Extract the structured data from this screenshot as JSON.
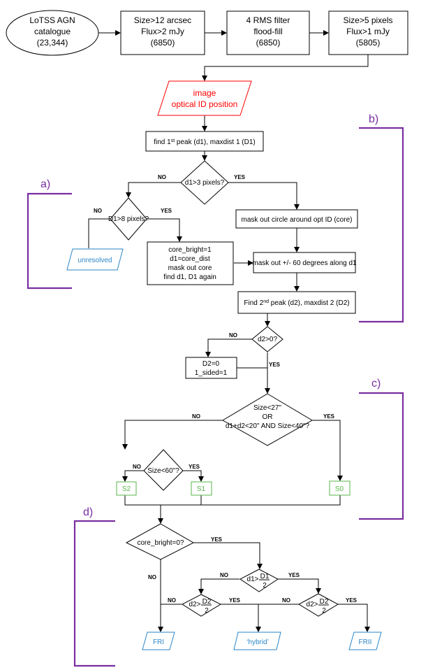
{
  "nodes": {
    "start": [
      "LoTSS AGN",
      "catalogue",
      "(23,344)"
    ],
    "cut1": [
      "Size>12 arcsec",
      "Flux>2 mJy",
      "(6850)"
    ],
    "cut2": [
      "4 RMS filter",
      "flood-fill",
      "(6850)"
    ],
    "cut3": [
      "Size>5 pixels",
      "Flux>1 mJy",
      "(5805)"
    ],
    "input": [
      "image",
      "optical ID position"
    ],
    "peak1": "find 1st peak (d1), maxdist 1 (D1)",
    "dec_d1": "d1>3 pixels?",
    "dec_D1": "D1>8 pixels?",
    "unresolved": "unresolved",
    "mask_core": "mask out circle around opt ID (core)",
    "core_bright": [
      "core_bright=1",
      "d1=core_dist",
      "mask out core",
      "find d1, D1 again"
    ],
    "mask_60": "mask out +/- 60 degrees along d1",
    "peak2": "Find 2nd peak (d2), maxdist 2 (D2)",
    "dec_d2": "d2>0?",
    "onesided": [
      "D2=0",
      "1_sided=1"
    ],
    "dec_size": [
      "Size<27\"",
      "OR",
      "d1+d2<20\" AND Size<40\"?"
    ],
    "dec_size60": "Size<60\"?",
    "s2": "S2",
    "s1": "S1",
    "s0": "S0",
    "dec_core": "core_bright=0?",
    "dec_ratio1": "d1>",
    "dec_ratio1_frac": [
      "D1",
      "2"
    ],
    "dec_ratio2": "d2>",
    "dec_ratio2_frac": [
      "D2",
      "2"
    ],
    "dec_ratio3": "d2>",
    "dec_ratio3_frac": [
      "D2",
      "2"
    ],
    "fri": "FRI",
    "hybrid": "‘hybrid’",
    "frii": "FRII"
  },
  "labels": {
    "yes": "YES",
    "no": "NO"
  },
  "sections": [
    "a)",
    "b)",
    "c)",
    "d)"
  ],
  "colors": {
    "bracket": "#7a2ea0",
    "input_box": "#ff0000",
    "size_class_box": "#59b54b",
    "output_box": "#2a86c7"
  }
}
